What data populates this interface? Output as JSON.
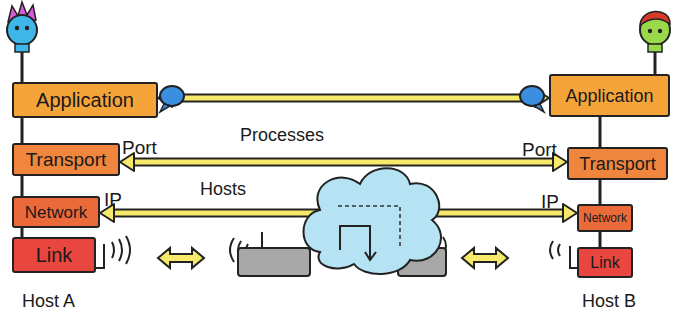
{
  "diagram": {
    "nodes": [
      {
        "text": [
          "Application"
        ]
      },
      {
        "text": [
          "Transport"
        ]
      },
      {
        "text": [
          "Network"
        ]
      },
      {
        "text": [
          "Link"
        ]
      },
      {
        "text": [
          "Application"
        ]
      },
      {
        "text": [
          "Transport"
        ]
      },
      {
        "text": [
          "Network"
        ]
      },
      {
        "text": [
          "Link"
        ]
      }
    ],
    "edges": [
      {
        "from": 0,
        "to": 4,
        "arrow": "both"
      },
      {
        "from": 1,
        "to": 5,
        "label": "Processes",
        "arrow": "both"
      },
      {
        "from": 2,
        "to": 6,
        "label": "Hosts",
        "arrow": "both"
      },
      {
        "from": 0,
        "to": 1,
        "arrow": "none"
      },
      {
        "from": 1,
        "to": 2,
        "arrow": "none"
      },
      {
        "from": 2,
        "to": 3,
        "arrow": "none"
      },
      {
        "from": 4,
        "to": 5,
        "arrow": "none"
      },
      {
        "from": 5,
        "to": 6,
        "arrow": "none"
      },
      {
        "from": 6,
        "to": 7,
        "arrow": "none"
      }
    ],
    "labels": [
      "Port",
      "IP",
      "Port",
      "IP",
      "Host A",
      "Host B"
    ]
  }
}
